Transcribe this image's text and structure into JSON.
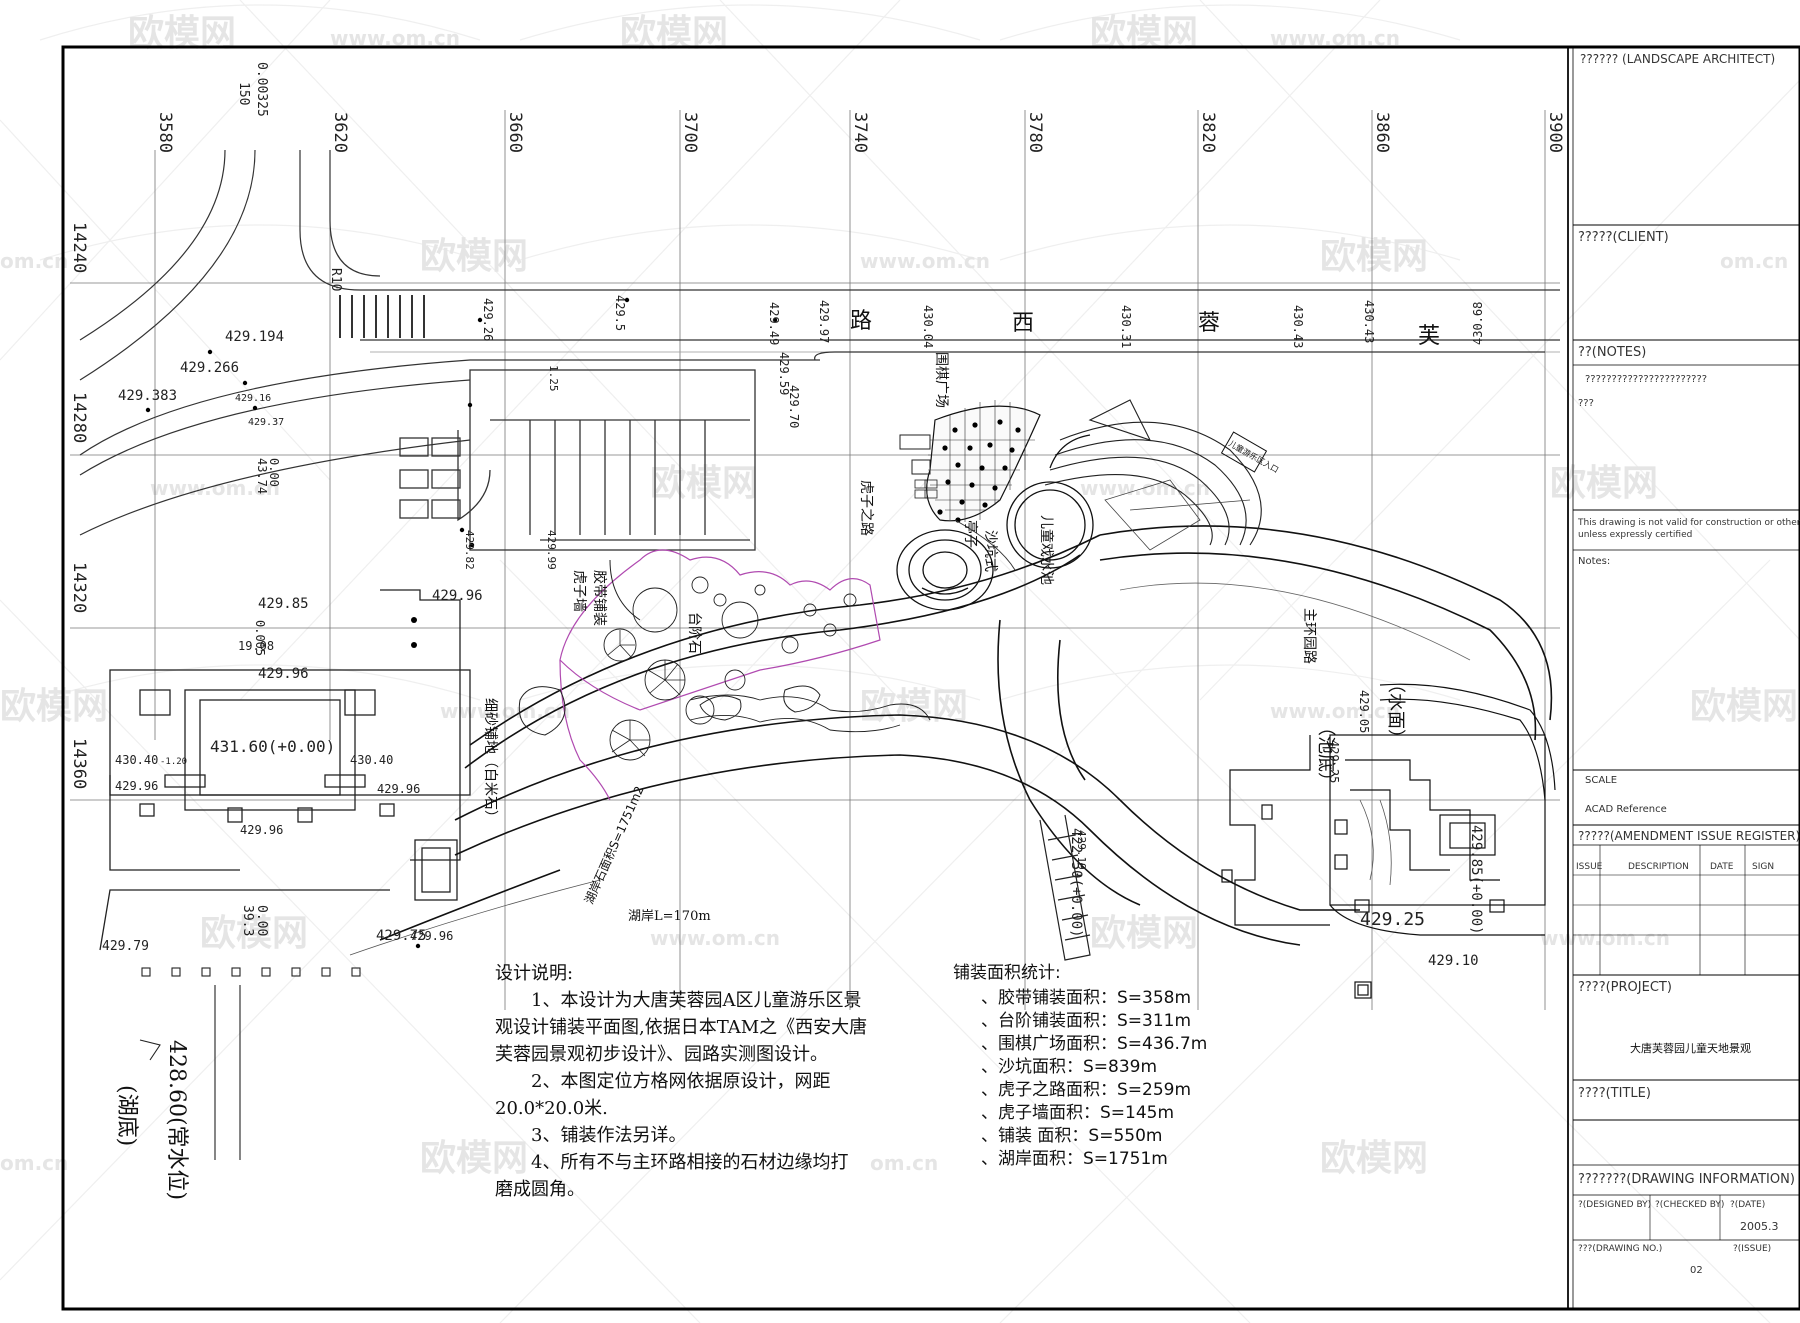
{
  "watermark": {
    "brand": "欧模网",
    "url": "www.om.cn",
    "url_short": "om.cn"
  },
  "grid": {
    "x_labels": [
      "3580",
      "3620",
      "3660",
      "3700",
      "3740",
      "3780",
      "3820",
      "3860",
      "3900"
    ],
    "y_labels": [
      "14240",
      "14280",
      "14320",
      "14360"
    ],
    "extra": [
      "0.00325",
      "150",
      "R10",
      "1.25"
    ]
  },
  "road": {
    "name_chars": [
      "路",
      "西",
      "蓉",
      "芙"
    ]
  },
  "elevations": [
    "429.194",
    "429.266",
    "429.383",
    "429.16",
    "429.37",
    "429.26",
    "429.5",
    "429.49",
    "429.97",
    "429.59",
    "429.70",
    "430.04",
    "430.31",
    "430.43",
    "430.43",
    "430.68",
    "0.00",
    "43.74",
    "429.82",
    "429.99",
    "429.96",
    "429.85",
    "0.005",
    "19.08",
    "429.96",
    "430.40",
    "431.60(+0.00)",
    "430.40",
    "429.96",
    "429.96",
    "429.96",
    "429.75",
    "429.79",
    "0.00",
    "39.3",
    "428.60(常水位)",
    "(湖底)",
    "429.96",
    "429.25",
    "429.05",
    "429.10",
    "429.85(+0.00)",
    "422.50(+0.00)",
    "429.19",
    "429.25",
    "-1.20"
  ],
  "plan_labels": {
    "go_plaza": "围棋广场",
    "tiger_path": "虎子之路",
    "fountain": "儿童戏水池",
    "sandpit": "沙坑式",
    "pavilion": "亭子",
    "stone_steps": "台阶石",
    "rubber_paving": "胶带铺装",
    "tiger_wall": "虎子墙",
    "main_path": "主环园路",
    "white_sand": "细砂铺地（白米石）",
    "lake_shore_area": "湖岸石面积S=1751m2",
    "lake_shore_len": "湖岸L=170m",
    "pool_bottom": "（池底）",
    "water_surface": "（水面）",
    "entrance_sign": "儿童游乐区入口"
  },
  "notes": {
    "title": "设计说明:",
    "lines": [
      "1、本设计为大唐芙蓉园A区儿童游乐区景",
      "观设计铺装平面图,依据日本TAM之《西安大唐",
      "芙蓉园景观初步设计》、园路实测图设计。",
      "2、本图定位方格网依据原设计，网距",
      "20.0*20.0米.",
      "3、铺装作法另详。",
      "4、所有不与主环路相接的石材边缘均打",
      "磨成圆角。"
    ]
  },
  "areas": {
    "title": "铺装面积统计:",
    "items": [
      "、胶带铺装面积：S=358m",
      "、台阶铺装面积：S=311m",
      "、围棋广场面积：S=436.7m",
      "、沙坑面积：S=839m",
      "、虎子之路面积：S=259m",
      "、虎子墙面积：S=145m",
      "、铺装 面积：S=550m",
      "、湖岸面积：S=1751m"
    ]
  },
  "title_block": {
    "architect": "?????? (LANDSCAPE ARCHITECT)",
    "client": "?????(CLIENT)",
    "notes_header": "??(NOTES)",
    "notes_q1": "???????????????????????",
    "notes_q2": "???",
    "disclaimer_1": "This drawing is not valid for construction or other purposes",
    "disclaimer_2": "unless expressly certified",
    "notes_label": "Notes:",
    "scale_label": "SCALE",
    "scale_ref": "ACAD  Reference",
    "amendment": "?????(AMENDMENT ISSUE REGISTER)",
    "col_issue": "ISSUE",
    "col_desc": "DESCRIPTION",
    "col_date": "DATE",
    "col_sign": "SIGN",
    "project_label": "????(PROJECT)",
    "project_name": "大唐芙蓉园儿童天地景观",
    "title_label": "????(TITLE)",
    "drawing_info": "???????(DRAWING INFORMATION)",
    "designed": "?(DESIGNED BY)",
    "checked": "?(CHECKED BY)",
    "date_label": "?(DATE)",
    "date_value": "2005.3",
    "drawing_no": "???(DRAWING NO.)",
    "issue_label": "?(ISSUE)",
    "sheet_no": "02"
  }
}
